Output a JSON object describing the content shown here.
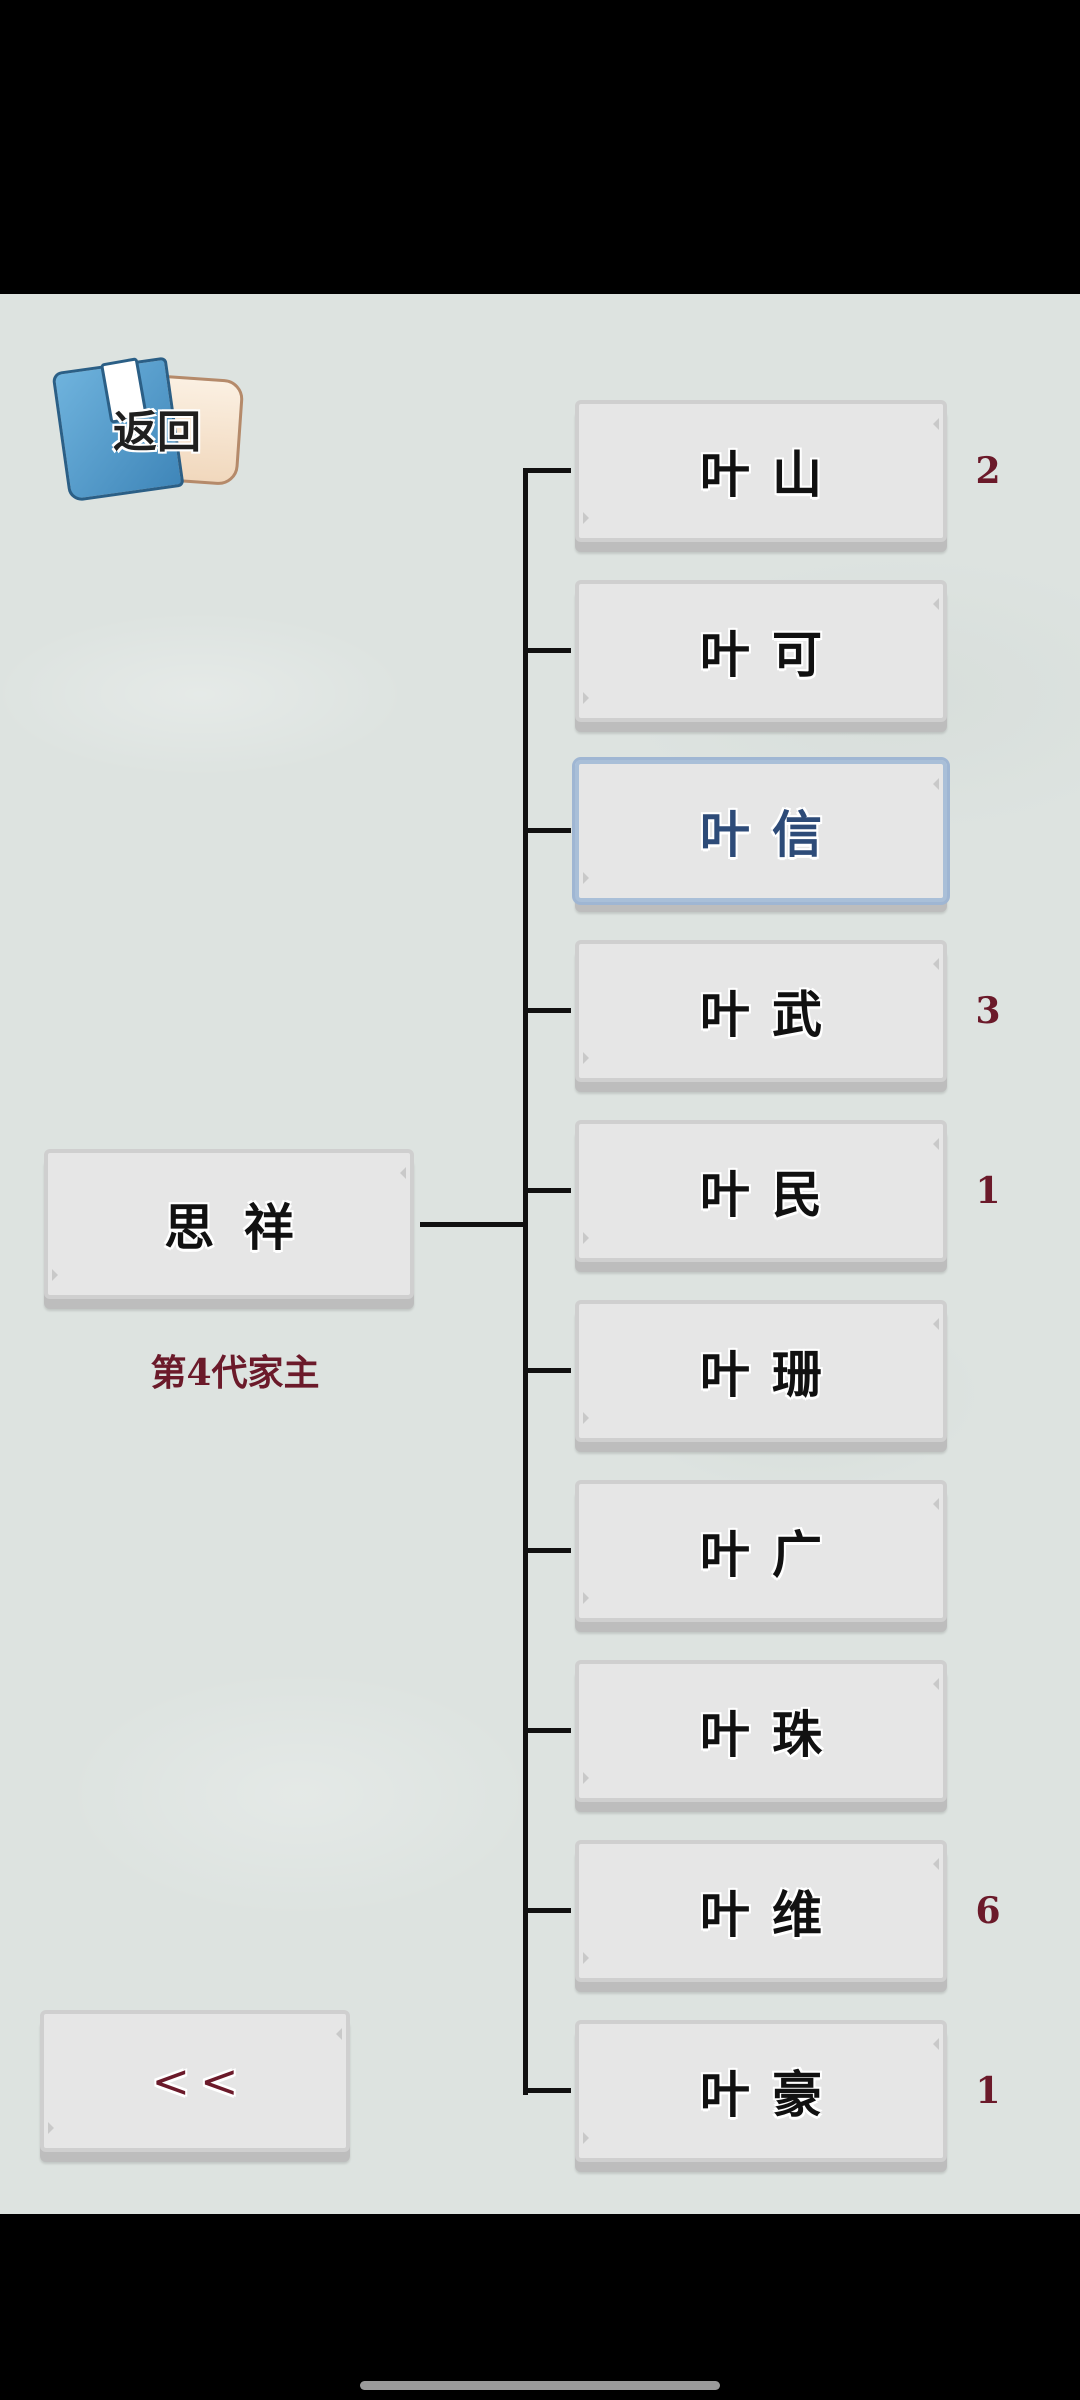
{
  "back_button": {
    "label": "返回"
  },
  "parent": {
    "name": "思 祥",
    "title": "第4代家主"
  },
  "children": [
    {
      "name": "叶山",
      "count": "2"
    },
    {
      "name": "叶可",
      "count": ""
    },
    {
      "name": "叶信",
      "count": "",
      "selected": true
    },
    {
      "name": "叶武",
      "count": "3"
    },
    {
      "name": "叶民",
      "count": "1"
    },
    {
      "name": "叶珊",
      "count": ""
    },
    {
      "name": "叶广",
      "count": ""
    },
    {
      "name": "叶珠",
      "count": ""
    },
    {
      "name": "叶维",
      "count": "6"
    },
    {
      "name": "叶豪",
      "count": "1"
    }
  ],
  "prev_button": {
    "label": "<<"
  },
  "colors": {
    "accent": "#6b1a2a",
    "selected_text": "#2d4b78",
    "card_bg": "#e6e6e6"
  }
}
